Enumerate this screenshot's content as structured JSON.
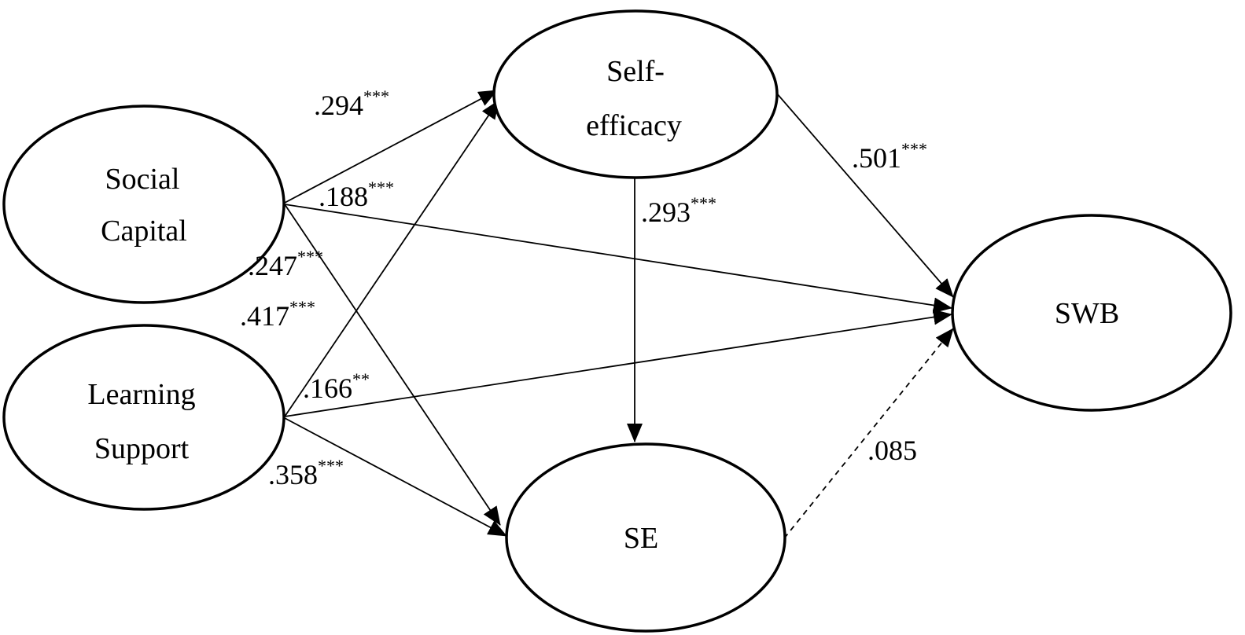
{
  "nodes": {
    "social_capital": {
      "line1": "Social",
      "line2": "Capital"
    },
    "learning_support": {
      "line1": "Learning",
      "line2": "Support"
    },
    "self_efficacy": {
      "line1": "Self-",
      "line2": "efficacy"
    },
    "se": {
      "label": "SE"
    },
    "swb": {
      "label": "SWB"
    }
  },
  "paths": [
    {
      "id": "sc-selfefficacy",
      "from": "Social Capital",
      "to": "Self-efficacy",
      "coef": ".294",
      "sig": "***",
      "significant": true
    },
    {
      "id": "sc-swb",
      "from": "Social Capital",
      "to": "SWB",
      "coef": ".188",
      "sig": "***",
      "significant": true
    },
    {
      "id": "sc-se",
      "from": "Social Capital",
      "to": "SE",
      "coef": ".247",
      "sig": "***",
      "significant": true
    },
    {
      "id": "ls-selfefficacy",
      "from": "Learning Support",
      "to": "Self-efficacy",
      "coef": ".417",
      "sig": "***",
      "significant": true
    },
    {
      "id": "ls-swb",
      "from": "Learning Support",
      "to": "SWB",
      "coef": ".166",
      "sig": "**",
      "significant": true
    },
    {
      "id": "ls-se",
      "from": "Learning Support",
      "to": "SE",
      "coef": ".358",
      "sig": "***",
      "significant": true
    },
    {
      "id": "selfefficacy-se",
      "from": "Self-efficacy",
      "to": "SE",
      "coef": ".293",
      "sig": "***",
      "significant": true
    },
    {
      "id": "selfefficacy-swb",
      "from": "Self-efficacy",
      "to": "SWB",
      "coef": ".501",
      "sig": "***",
      "significant": true
    },
    {
      "id": "se-swb",
      "from": "SE",
      "to": "SWB",
      "coef": ".085",
      "sig": "",
      "significant": false
    }
  ]
}
